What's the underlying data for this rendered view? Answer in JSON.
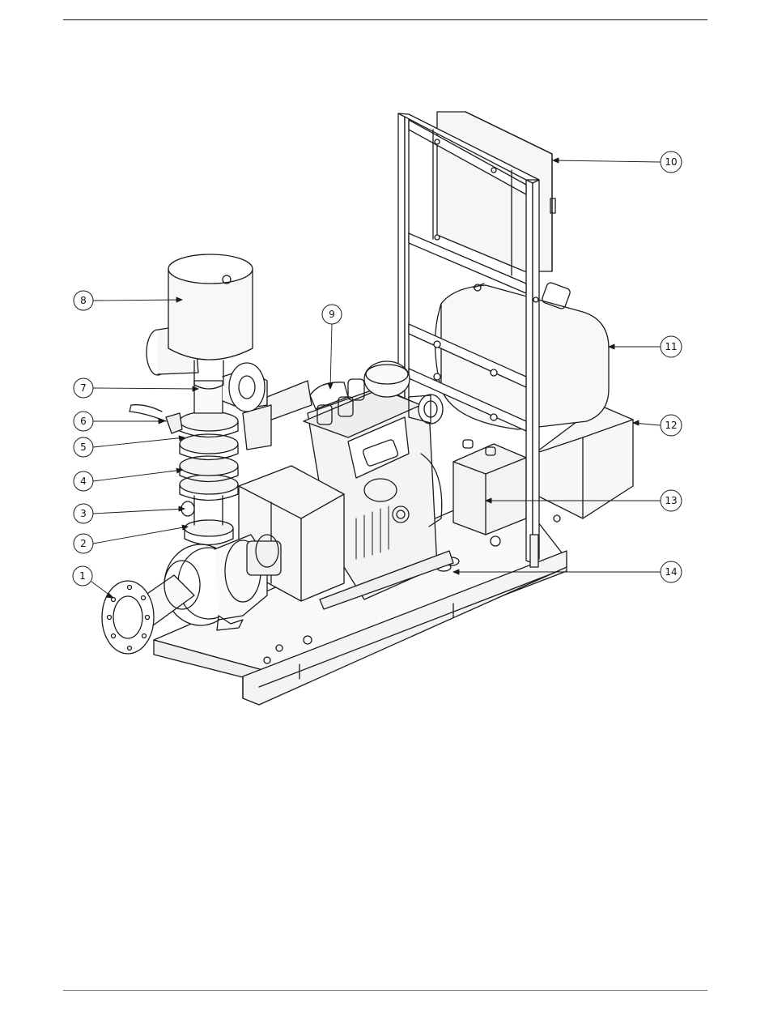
{
  "figure": {
    "callouts": [
      {
        "label": "1"
      },
      {
        "label": "2"
      },
      {
        "label": "3"
      },
      {
        "label": "4"
      },
      {
        "label": "5"
      },
      {
        "label": "6"
      },
      {
        "label": "7"
      },
      {
        "label": "8"
      },
      {
        "label": "9"
      },
      {
        "label": "10"
      },
      {
        "label": "11"
      },
      {
        "label": "12"
      },
      {
        "label": "13"
      },
      {
        "label": "14"
      }
    ]
  }
}
